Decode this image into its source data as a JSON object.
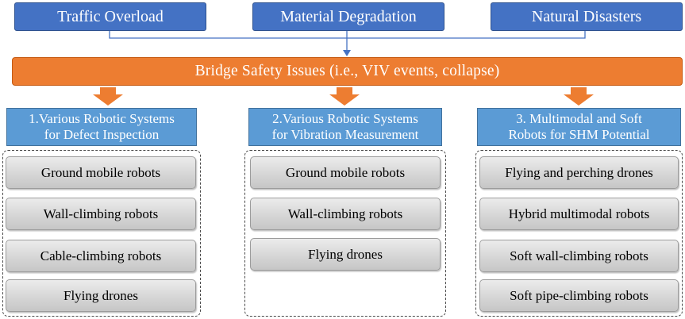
{
  "causes": [
    "Traffic Overload",
    "Material Degradation",
    "Natural Disasters"
  ],
  "issue": "Bridge Safety Issues (i.e., VIV events, collapse)",
  "categories": [
    {
      "title_line1": "1.Various Robotic Systems",
      "title_line2": "for Defect Inspection",
      "items": [
        "Ground mobile robots",
        "Wall-climbing robots",
        "Cable-climbing robots",
        "Flying drones"
      ]
    },
    {
      "title_line1": "2.Various Robotic Systems",
      "title_line2": "for Vibration Measurement",
      "items": [
        "Ground mobile robots",
        "Wall-climbing robots",
        "Flying drones"
      ]
    },
    {
      "title_line1": "3. Multimodal and Soft",
      "title_line2": "Robots for SHM Potential",
      "items": [
        "Flying and perching drones",
        "Hybrid multimodal robots",
        "Soft wall-climbing robots",
        "Soft pipe-climbing robots"
      ]
    }
  ],
  "colors": {
    "cause_fill": "#4472c4",
    "issue_fill": "#ed7d31",
    "category_fill": "#5b9bd5",
    "item_fill": "#d9d9d9",
    "connector": "#4472c4"
  }
}
